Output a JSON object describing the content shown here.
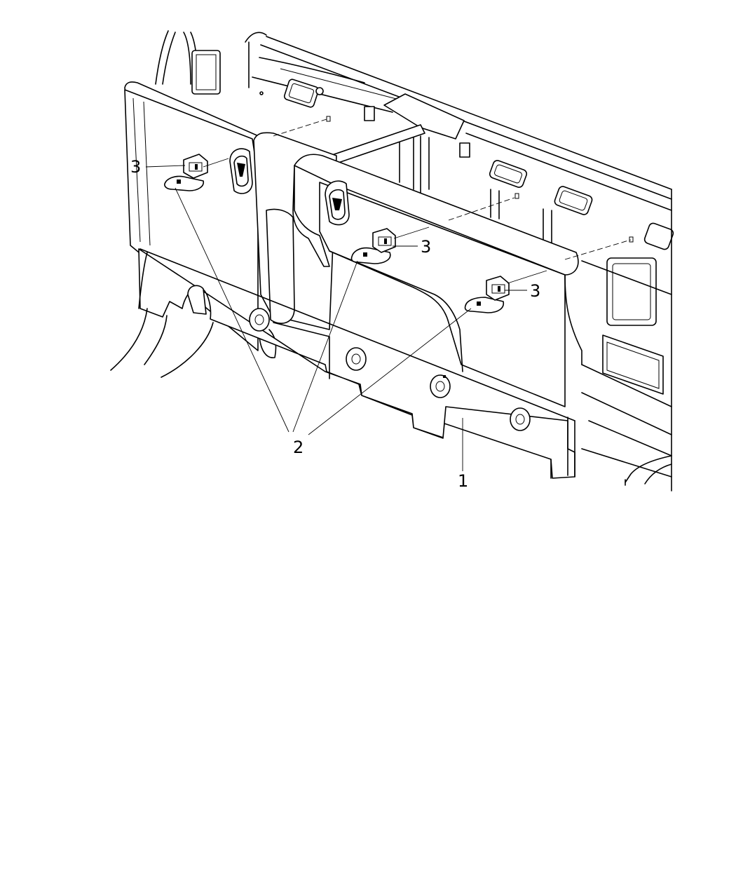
{
  "callouts": {
    "part_1": "1",
    "part_2": "2",
    "part_3_left": "3",
    "part_3_center": "3",
    "part_3_right": "3"
  },
  "colors": {
    "line": "#000000",
    "background": "#ffffff"
  }
}
